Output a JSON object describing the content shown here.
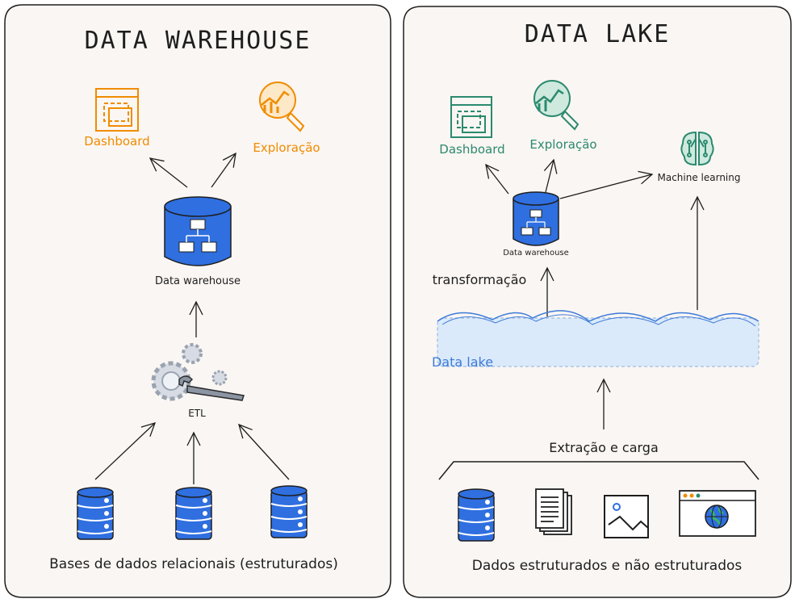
{
  "panels": {
    "left": {
      "title": "DATA WAREHOUSE",
      "dashboard_label": "Dashboard",
      "exploration_label": "Exploração",
      "warehouse_label": "Data warehouse",
      "etl_label": "ETL",
      "sources_label": "Bases de dados relacionais (estruturados)"
    },
    "right": {
      "title": "DATA LAKE",
      "dashboard_label": "Dashboard",
      "exploration_label": "Exploração",
      "ml_label": "Machine learning",
      "warehouse_label": "Data warehouse",
      "transform_label": "transformação",
      "lake_label": "Data lake",
      "extract_label": "Extração e carga",
      "sources_label": "Dados estruturados e não estruturados"
    }
  },
  "colors": {
    "orange": "#f08c00",
    "teal": "#2b8a6e",
    "blue_db": "#2f6fe0",
    "lake_fill": "#dbeafa",
    "lake_text": "#3d7bd9",
    "panel_bg": "#faf6f3"
  },
  "icons": [
    "dashboard-icon",
    "exploration-icon",
    "database-icon",
    "gears-icon",
    "brain-icon",
    "documents-icon",
    "image-icon",
    "web-icon"
  ]
}
